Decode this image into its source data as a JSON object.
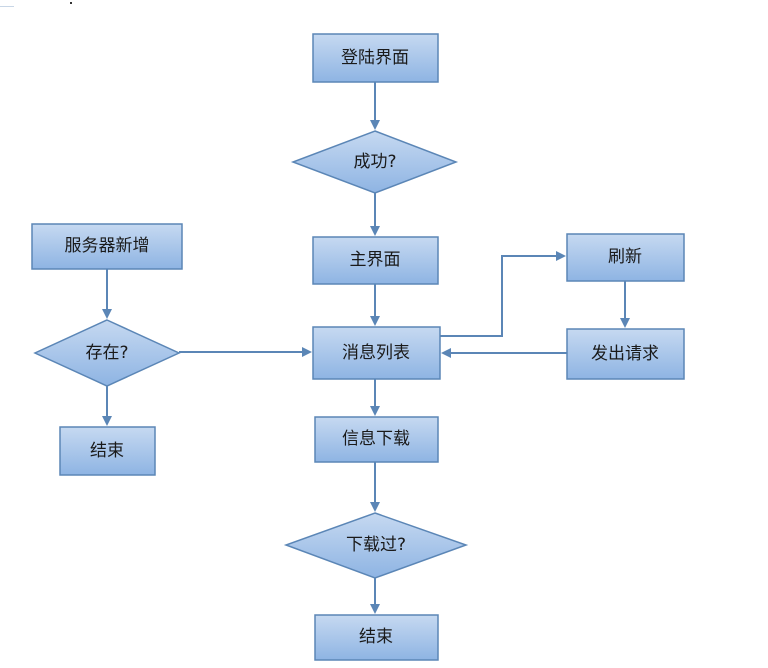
{
  "diagram": {
    "nodes": {
      "login_screen": "登陆界面",
      "success_check": "成功?",
      "main_screen": "主界面",
      "message_list": "消息列表",
      "refresh": "刷新",
      "send_request": "发出请求",
      "server_add": "服务器新增",
      "exists_check": "存在?",
      "end_left": "结束",
      "message_download": "信息下载",
      "downloaded_check": "下载过?",
      "end_bottom": "结束"
    },
    "colors": {
      "fill_top": "#c6d9f1",
      "fill_bottom": "#8eb4e3",
      "border": "#5b86b6",
      "arrow": "#5b86b6",
      "text": "#1a1a1a"
    }
  }
}
